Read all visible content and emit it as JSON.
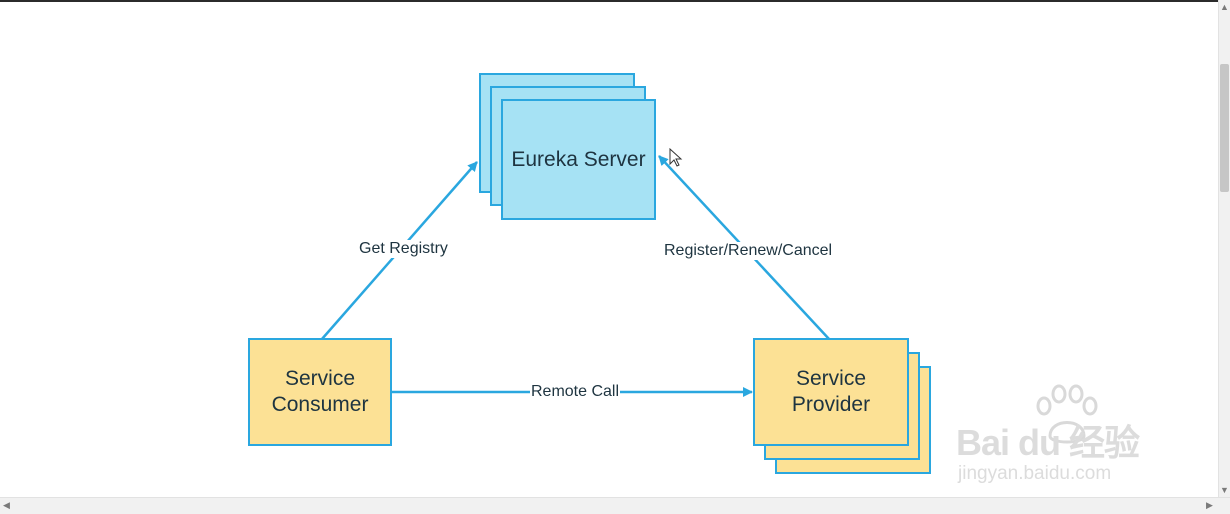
{
  "diagram": {
    "nodes": {
      "eureka_server": "Eureka Server",
      "service_consumer": [
        "Service",
        "Consumer"
      ],
      "service_provider": [
        "Service",
        "Provider"
      ]
    },
    "edges": {
      "get_registry": "Get Registry",
      "register_renew_cancel": "Register/Renew/Cancel",
      "remote_call": "Remote Call"
    }
  },
  "colors": {
    "arrow": "#2aa7df",
    "eureka_fill": "#a6e2f4",
    "service_fill": "#fce195"
  },
  "watermark": {
    "brand": "Bai du 经验",
    "url": "jingyan.baidu.com"
  }
}
